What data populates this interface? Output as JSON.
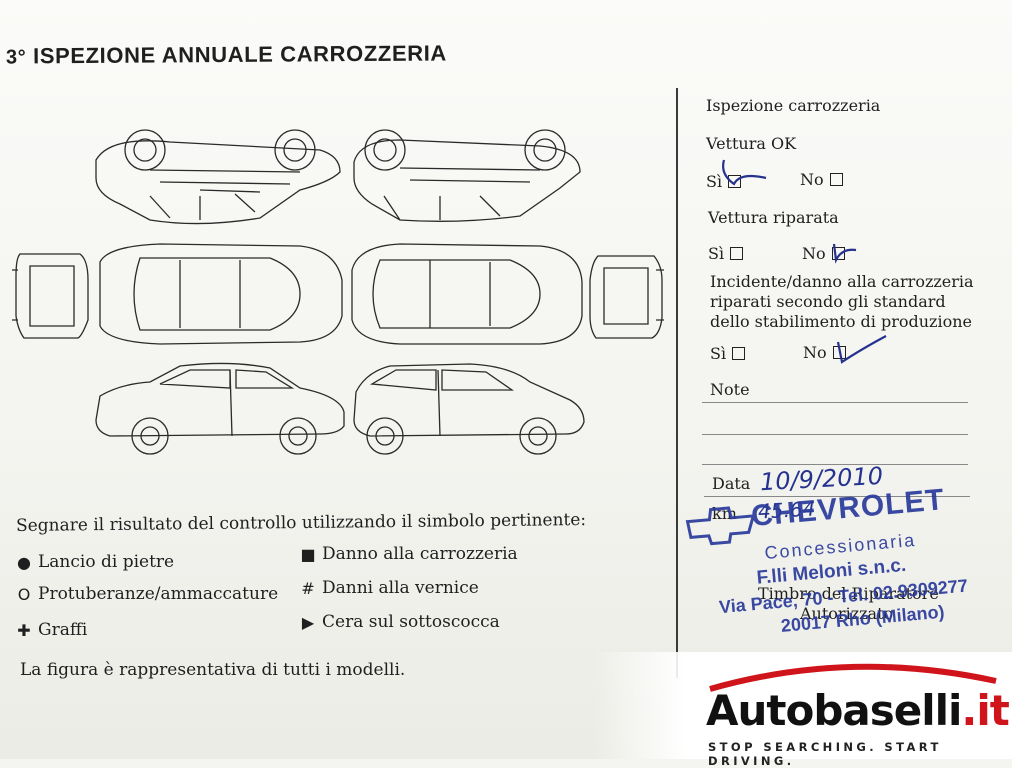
{
  "header": {
    "number": "3°",
    "title": "ISPEZIONE ANNUALE CARROZZERIA"
  },
  "legend": {
    "intro": "Segnare il risultato del controllo utilizzando il simbolo pertinente:",
    "items": [
      {
        "symbol": "●",
        "label": "Lancio di pietre"
      },
      {
        "symbol": "■",
        "label": "Danno alla carrozzeria"
      },
      {
        "symbol": "O",
        "label": "Protuberanze/ammaccature"
      },
      {
        "symbol": "#",
        "label": "Danni alla vernice"
      },
      {
        "symbol": "✚",
        "label": "Graffi"
      },
      {
        "symbol": "▶",
        "label": "Cera sul sottoscocca"
      }
    ],
    "footnote": "La figura è rappresentativa di tutti i modelli."
  },
  "form": {
    "section_title": "Ispezione carrozzeria",
    "vettura_ok": {
      "label": "Vettura OK",
      "yes": "Sì",
      "no": "No",
      "checked": "yes"
    },
    "vettura_riparata": {
      "label": "Vettura riparata",
      "yes": "Sì",
      "no": "No",
      "checked": "no"
    },
    "incidente": {
      "line1": "Incidente/danno alla carrozzeria",
      "line2": "riparati secondo gli standard",
      "line3": "dello stabilimento di produzione",
      "yes": "Sì",
      "no": "No",
      "checked": "no"
    },
    "note_label": "Note",
    "data_label": "Data",
    "data_value": "10/9/2010",
    "km_label": "km",
    "km_value": "45.64",
    "timbro_line1": "Timbro del Riparatore",
    "timbro_line2": "Autorizzato"
  },
  "stamp": {
    "brand": "CHEVROLET",
    "line1": "Concessionaria",
    "line2": "F.lli Meloni s.n.c.",
    "line3": "Via Pace, 70 - Tel. 02.9309277",
    "line4": "20017 Rho (Milano)"
  },
  "branding": {
    "logo_main": "Autobaselli",
    "logo_ext": ".it",
    "tagline": "STOP SEARCHING. START DRIVING.",
    "accent_color": "#d0141b"
  }
}
